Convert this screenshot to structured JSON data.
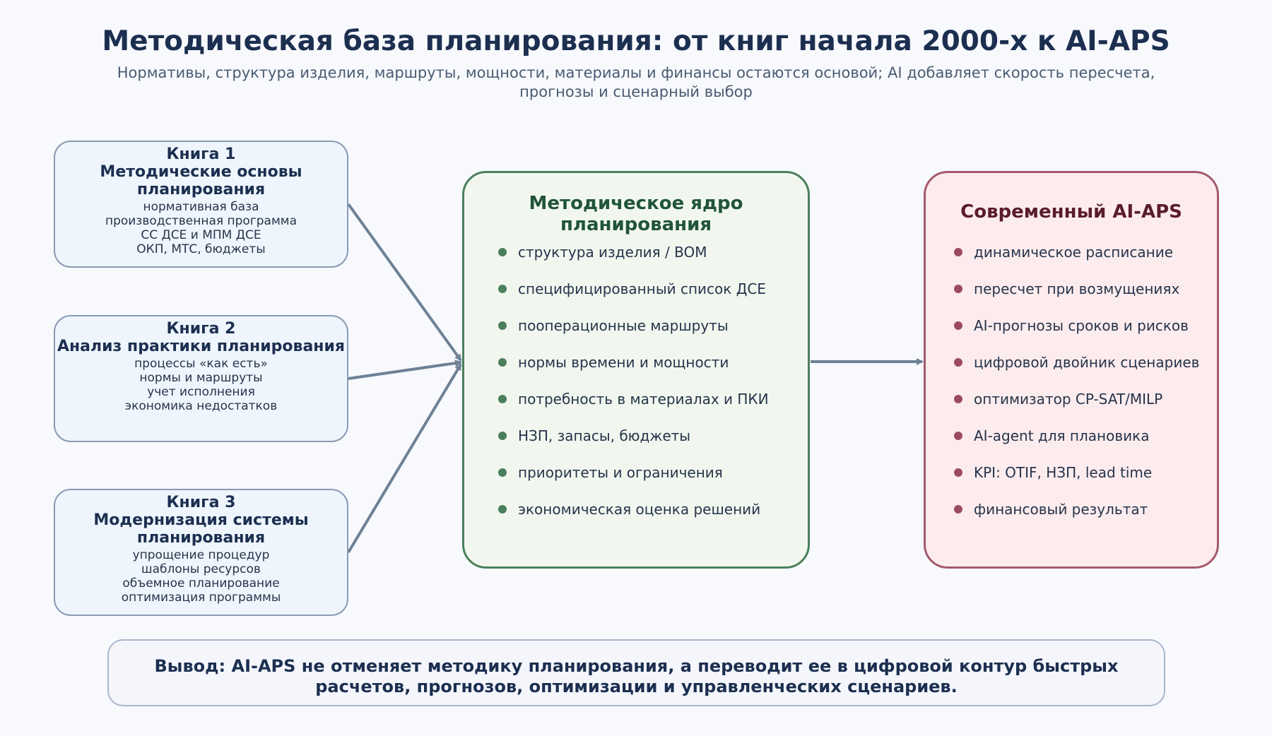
{
  "title": "Методическая база планирования: от книг начала 2000-х к AI-APS",
  "subtitle": "Нормативы, структура изделия, маршруты, мощности, материалы и финансы остаются основой; AI добавляет скорость пересчета, прогнозы и сценарный выбор",
  "books": [
    {
      "number": "Книга 1",
      "title": "Методические основы планирования",
      "items": [
        "нормативная база",
        "производственная программа",
        "СС ДСЕ и МПМ ДСЕ",
        "ОКП, МТС, бюджеты"
      ]
    },
    {
      "number": "Книга 2",
      "title": "Анализ практики планирования",
      "items": [
        "процессы «как есть»",
        "нормы и маршруты",
        "учет исполнения",
        "экономика недостатков"
      ]
    },
    {
      "number": "Книга 3",
      "title": "Модернизация системы планирования",
      "items": [
        "упрощение процедур",
        "шаблоны ресурсов",
        "объемное планирование",
        "оптимизация программы"
      ]
    }
  ],
  "core": {
    "title": "Методическое ядро планирования",
    "items": [
      "структура изделия / BOM",
      "специфицированный список ДСЕ",
      "пооперационные маршруты",
      "нормы времени и мощности",
      "потребность в материалах и ПКИ",
      "НЗП, запасы, бюджеты",
      "приоритеты и ограничения",
      "экономическая оценка решений"
    ]
  },
  "aps": {
    "title": "Современный AI-APS",
    "items": [
      "динамическое расписание",
      "пересчет при возмущениях",
      "AI-прогнозы сроков и рисков",
      "цифровой двойник сценариев",
      "оптимизатор CP-SAT/MILP",
      "AI-agent для плановика",
      "KPI: OTIF, НЗП, lead time",
      "финансовый результат"
    ]
  },
  "conclusion": "Вывод: AI-APS не отменяет методику планирования, а переводит ее в цифровой контур быстрых расчетов, прогнозов, оптимизации и управленческих сценариев.",
  "colors": {
    "arrow": "#6e8196",
    "core_border": "#4a7f5c",
    "aps_border": "#a45a6e",
    "book_border": "#8a9bb3"
  }
}
